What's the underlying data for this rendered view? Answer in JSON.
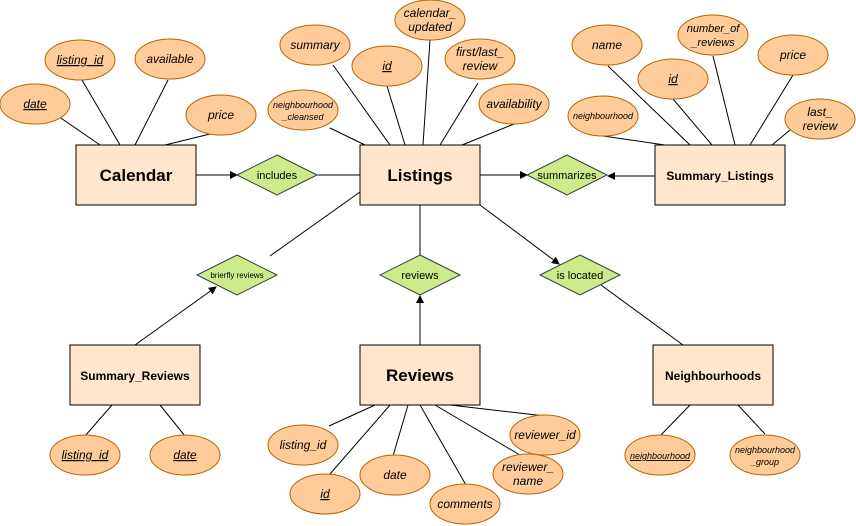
{
  "entities": {
    "calendar": "Calendar",
    "listings": "Listings",
    "summary_listings": "Summary_Listings",
    "summary_reviews": "Summary_Reviews",
    "reviews": "Reviews",
    "neighbourhoods": "Neighbourhoods"
  },
  "relationships": {
    "includes": "includes",
    "summarizes": "summarizes",
    "briefly_reviews": "brierfly reviews",
    "reviews": "reviews",
    "is_located": "is located"
  },
  "attributes": {
    "calendar_listing_id": "listing_id",
    "calendar_available": "available",
    "calendar_date": "date",
    "calendar_price": "price",
    "listings_summary": "summary",
    "listings_id": "id",
    "listings_calendar_updated_1": "calendar_",
    "listings_calendar_updated_2": "updated",
    "listings_first_last_review_1": "first/last_",
    "listings_first_last_review_2": "review",
    "listings_neighbourhood_cleansed_1": "neighbourhood",
    "listings_neighbourhood_cleansed_2": "_cleansed",
    "listings_availability": "availability",
    "sl_name": "name",
    "sl_number_of_reviews_1": "number_of",
    "sl_number_of_reviews_2": "_reviews",
    "sl_price": "price",
    "sl_id": "id",
    "sl_neighbourhood": "neighbourhood",
    "sl_last_review_1": "last_",
    "sl_last_review_2": "review",
    "sr_listing_id": "listing_id",
    "sr_date": "date",
    "rv_listing_id": "listing_id",
    "rv_id": "id",
    "rv_date": "date",
    "rv_comments": "comments",
    "rv_reviewer_id": "reviewer_id",
    "rv_reviewer_name_1": "reviewer_",
    "rv_reviewer_name_2": "name",
    "nb_neighbourhood": "neighbourhood",
    "nb_neighbourhood_group_1": "neighbourhood",
    "nb_neighbourhood_group_2": "_group"
  },
  "colors": {
    "entity_fill": "#ffe6cc",
    "attribute_fill": "#ffcc99",
    "attribute_stroke": "#b46504",
    "relationship_fill": "#cdeb8b"
  }
}
